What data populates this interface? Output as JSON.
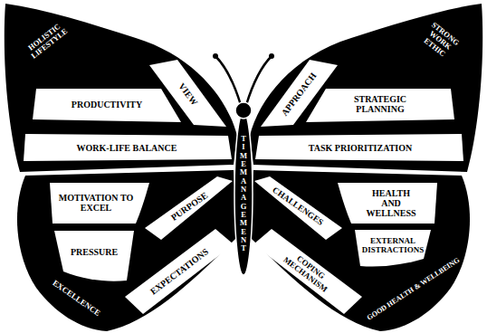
{
  "diagram": {
    "nodes": [
      {
        "text": [
          "PRODUCTIVITY"
        ]
      },
      {
        "text": [
          "VIEW"
        ]
      },
      {
        "text": [
          "APPROACH"
        ]
      },
      {
        "text": [
          "STRATEGIC PLANNING"
        ]
      },
      {
        "text": [
          "WORK-LIFE BALANCE"
        ]
      },
      {
        "text": [
          "TIME MANAGEMENT"
        ]
      },
      {
        "text": [
          "TASK PRIORITIZATION"
        ]
      },
      {
        "text": [
          "MOTIVATION TO EXCEL"
        ]
      },
      {
        "text": [
          "PURPOSE"
        ]
      },
      {
        "text": [
          "CHALLENGES"
        ]
      },
      {
        "text": [
          "HEALTH AND WELLNESS"
        ]
      },
      {
        "text": [
          "PRESSURE"
        ]
      },
      {
        "text": [
          "EXPECTATIONS"
        ]
      },
      {
        "text": [
          "COPING MECHANISM"
        ]
      },
      {
        "text": [
          "EXTERNAL DISTRACTIONS"
        ]
      }
    ],
    "labels": [
      "HOLISTIC LIFESTYLE",
      "STRONG WORK ETHIC",
      "EXCELLENCE",
      "GOOD HEALTH & WELLBEING"
    ]
  }
}
